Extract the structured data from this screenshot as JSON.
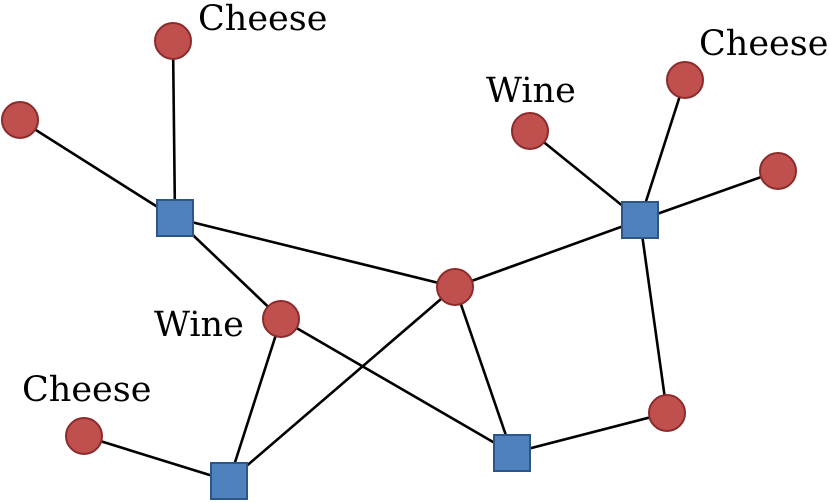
{
  "diagram": {
    "colors": {
      "circle_fill": "#c0504d",
      "square_fill": "#4f81bd",
      "edge": "#000000",
      "label": "#000000"
    },
    "labels": {
      "cheese_top": "Cheese",
      "cheese_right": "Cheese",
      "wine_right": "Wine",
      "wine_left": "Wine",
      "cheese_left": "Cheese"
    }
  }
}
